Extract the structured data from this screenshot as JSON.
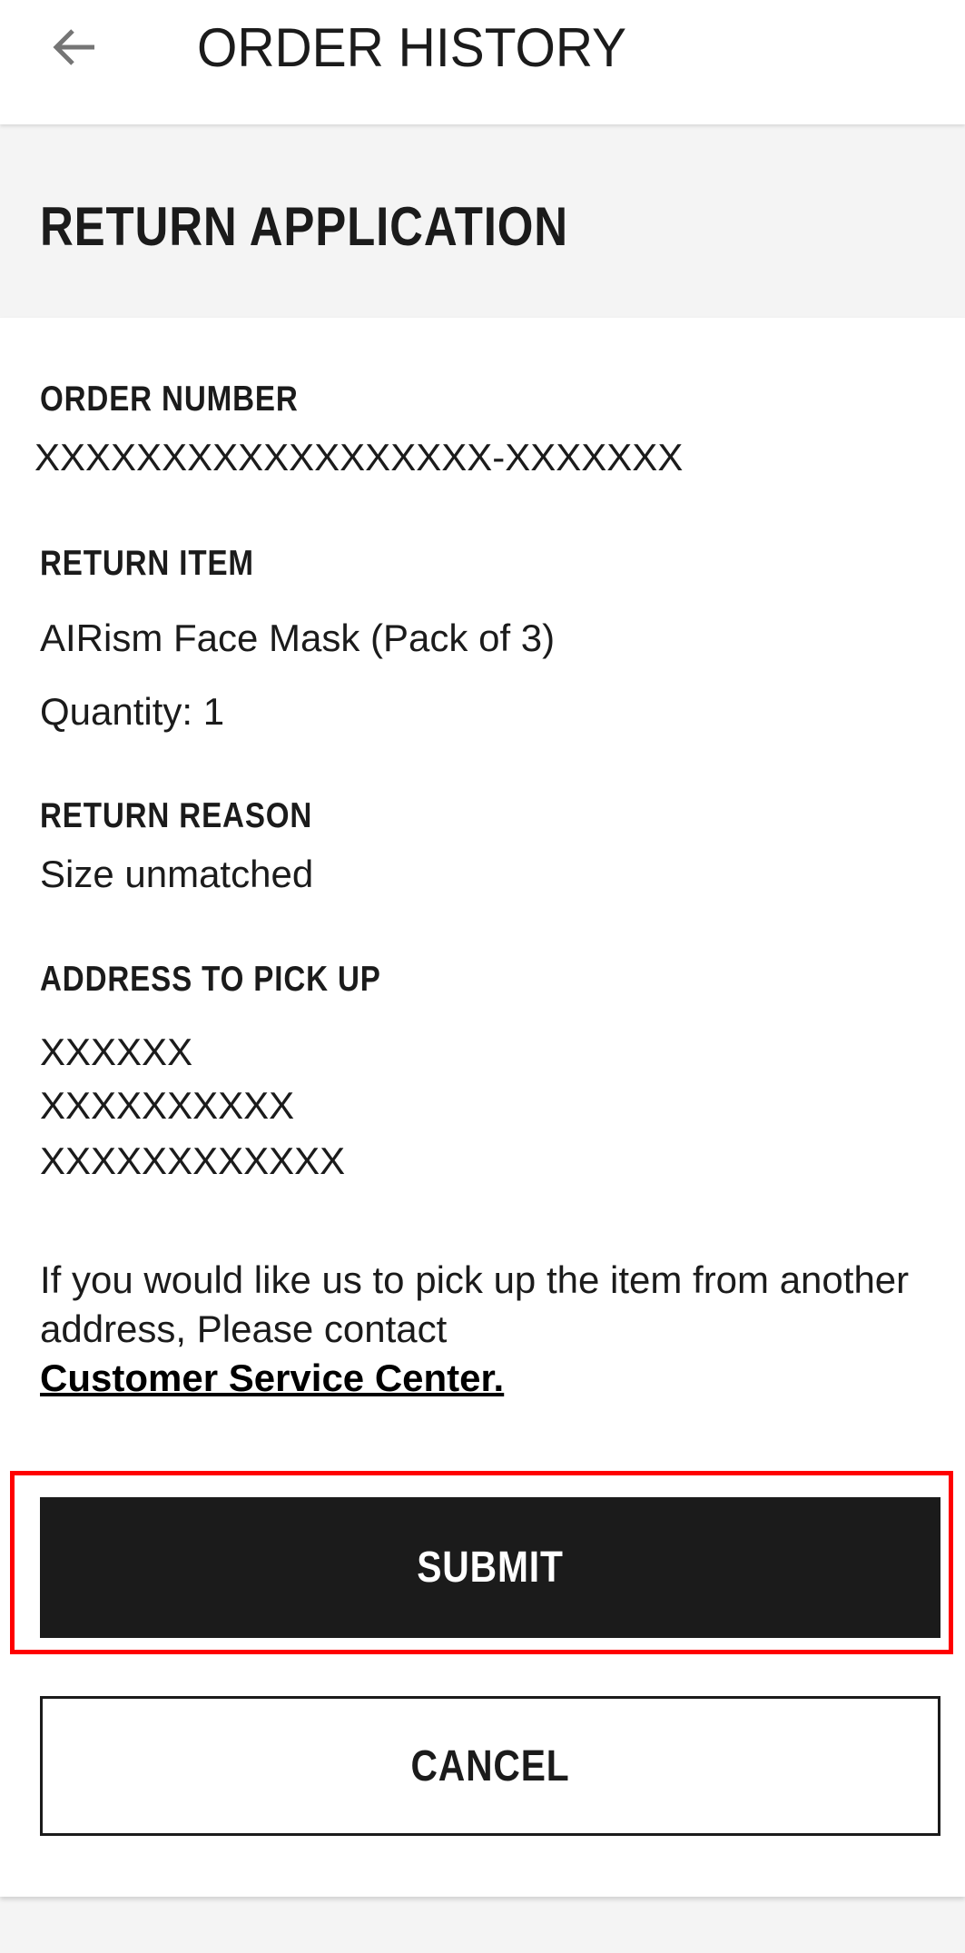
{
  "header": {
    "title": "ORDER HISTORY",
    "back_icon": "arrow-left-icon"
  },
  "page": {
    "heading": "RETURN APPLICATION"
  },
  "order": {
    "label": "ORDER NUMBER",
    "value": "XXXXXXXXXXXXXXXXXX-XXXXXXX"
  },
  "return_item": {
    "label": "RETURN ITEM",
    "name": "AIRism Face Mask (Pack of 3)",
    "quantity": "Quantity: 1"
  },
  "return_reason": {
    "label": "RETURN REASON",
    "value": "Size unmatched"
  },
  "address": {
    "label": "ADDRESS TO PICK UP",
    "lines": [
      "XXXXXX",
      "XXXXXXXXXX",
      "XXXXXXXXXXXX"
    ]
  },
  "notice": {
    "text": "If you would like us to pick up the item from another address, Please contact",
    "link": "Customer Service Center."
  },
  "actions": {
    "submit_label": "SUBMIT",
    "cancel_label": "CANCEL"
  },
  "colors": {
    "primary": "#1b1b1b",
    "highlight": "#ff0000",
    "background": "#f4f4f4"
  }
}
